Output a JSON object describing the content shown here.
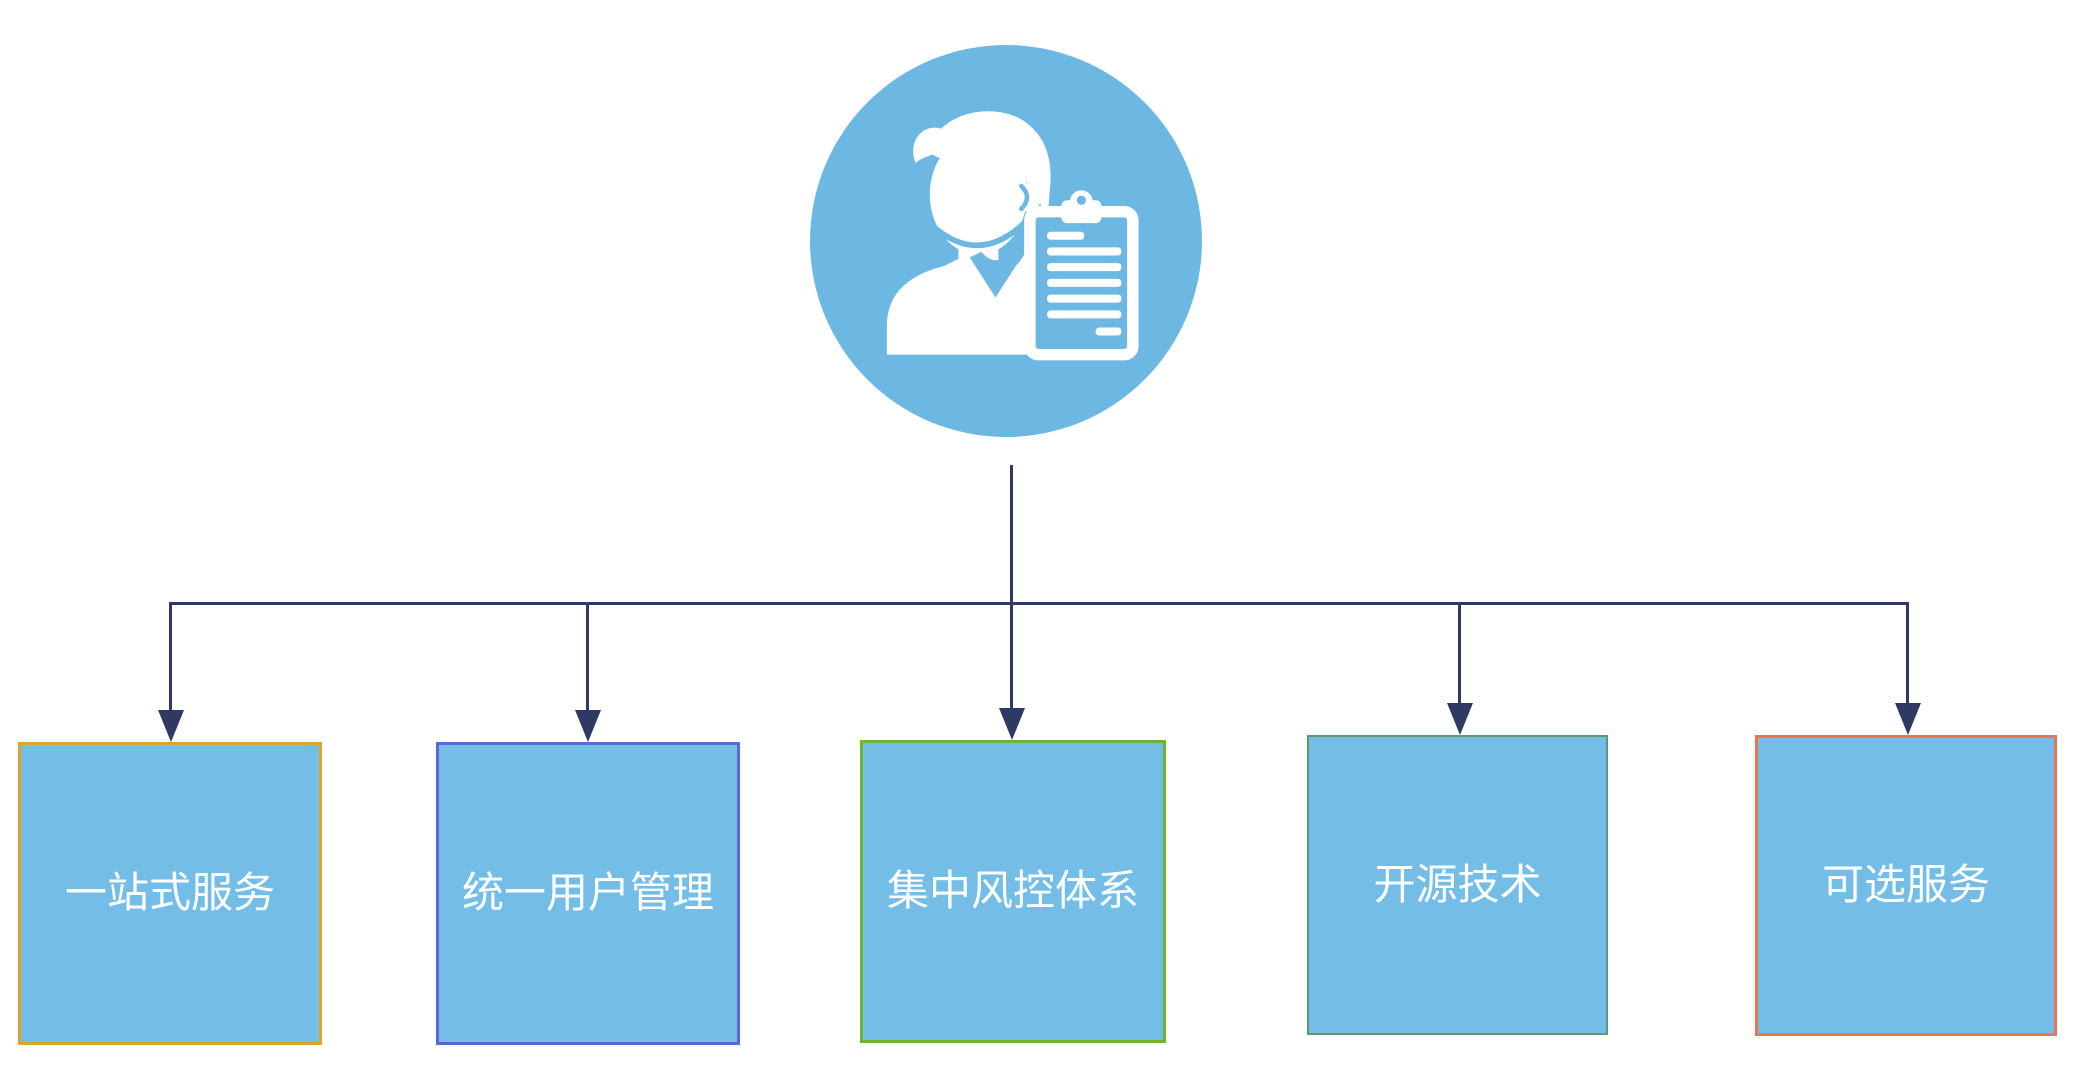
{
  "diagram": {
    "root": {
      "icon": "user-clipboard-icon"
    },
    "nodes": [
      {
        "id": "one-stop-service",
        "label": "一站式服务",
        "border_color": "#DFA32B"
      },
      {
        "id": "unified-user-management",
        "label": "统一用户管理",
        "border_color": "#5A68D4"
      },
      {
        "id": "centralized-risk-control",
        "label": "集中风控体系",
        "border_color": "#6EB52C"
      },
      {
        "id": "open-source-technology",
        "label": "开源技术",
        "border_color": "#5E9878"
      },
      {
        "id": "optional-services",
        "label": "可选服务",
        "border_color": "#ED7452"
      }
    ],
    "colors": {
      "node_fill": "#73BDE7",
      "circle_fill": "#6CB8E2",
      "connector": "#2E3A64",
      "label_text": "#FFFFFF",
      "background": "#FFFFFF"
    }
  }
}
